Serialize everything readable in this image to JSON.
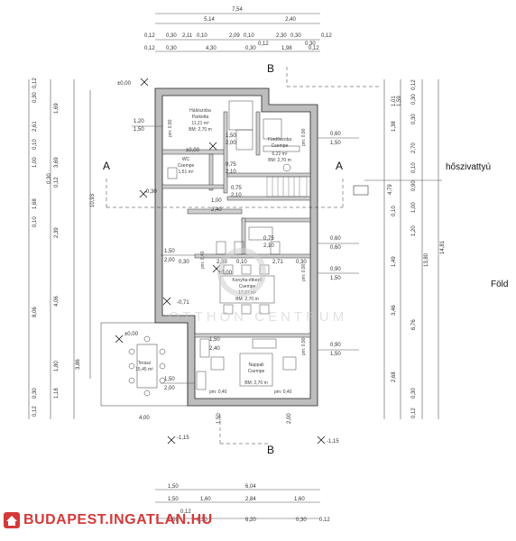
{
  "top_dims": {
    "row1": [
      "7,54"
    ],
    "row2": [
      "5,14",
      "2,40"
    ],
    "row3": [
      "0,12",
      "0,30",
      "2,11",
      "0,10",
      "2,09",
      "0,10",
      "2,30",
      "0,30",
      "0,12"
    ],
    "row3_extra": [
      "0,12",
      "0,30"
    ],
    "row4": [
      "0,12",
      "0,30",
      "4,30",
      "0,30",
      "1,98",
      "0,12"
    ]
  },
  "bottom_dims": {
    "row1": [
      "1,50",
      "6,04"
    ],
    "row2": [
      "1,50",
      "1,60",
      "2,84",
      "1,60"
    ],
    "row3": [
      "1,59",
      "0,30",
      "6,20",
      "0,30",
      "0,12"
    ],
    "row3_extra": [
      "0,12"
    ]
  },
  "left_dims": [
    "0,12",
    "0,30",
    "1,69",
    "2,61",
    "0,10",
    "1,00",
    "3,69",
    "0,12",
    "0,30",
    "1,68",
    "0,10",
    "2,39",
    "4,06",
    "8,06",
    "1,80",
    "1,18",
    "0,30",
    "0,12",
    "3,86",
    "10,93"
  ],
  "right_dims": [
    "0,12",
    "0,30",
    "1,01",
    "1,59",
    "1,38",
    "0,30",
    "2,70",
    "0,10",
    "0,90",
    "4,79",
    "0,10",
    "1,00",
    "1,20",
    "1,49",
    "13,80",
    "14,81",
    "3,46",
    "6,76",
    "2,68",
    "0,30",
    "0,12"
  ],
  "levels": {
    "top": "±0,00",
    "left": "-0,30",
    "mid": "-0,71",
    "terrace": "±0,00",
    "bottom_left": "-1,15",
    "bottom_right": "-1,15",
    "living": "±0,00",
    "wc": "±0,00"
  },
  "sections": {
    "A_left": "A",
    "A_right": "A",
    "B_top": "B",
    "B_bottom": "B"
  },
  "labels": {
    "pump": "hőszivattyú",
    "ground": "Föld"
  },
  "rooms": [
    {
      "name": "Hálószoba",
      "floor": "Parketta",
      "area": "11,21 m²",
      "height": "BM: 2,70 m"
    },
    {
      "name": "Fürdőszoba",
      "floor": "Csempe",
      "area": "6,22 m²",
      "height": "BM: 2,70 m"
    },
    {
      "name": "WC",
      "floor": "Csempe",
      "area": "1,51 m²",
      "height": ""
    },
    {
      "name": "Konyha-étkező",
      "floor": "Csempe",
      "area": "17,27 m²",
      "height": "BM: 2,70 m"
    },
    {
      "name": "Nappali",
      "floor": "Csempe",
      "area": "",
      "height": "BM: 2,70 m"
    },
    {
      "name": "Terasz",
      "floor": "",
      "area": "15,45 m²",
      "height": ""
    }
  ],
  "openings": [
    {
      "w": "1,20",
      "h": "1,50"
    },
    {
      "w": "0,60",
      "h": "1,50"
    },
    {
      "w": "0,60",
      "h": "0,60"
    },
    {
      "w": "1,50",
      "h": "2,00"
    },
    {
      "w": "0,90",
      "h": "1,50"
    },
    {
      "w": "1,50",
      "h": "2,40"
    },
    {
      "w": "0,90",
      "h": "1,50"
    },
    {
      "w": "1,50",
      "h": "2,00"
    },
    {
      "w": "0,75",
      "h": "2,10"
    },
    {
      "w": "0,75",
      "h": "2,10"
    },
    {
      "w": "0,75",
      "h": "2,10"
    },
    {
      "w": "1,00",
      "h": "2,40"
    },
    {
      "w": "1,50",
      "h": "2,00"
    }
  ],
  "interior_dims": [
    "2,39",
    "0,10",
    "2,71",
    "0,30",
    "0,30",
    "4,00",
    "1,50",
    "2,00"
  ],
  "sill_labels": [
    "pm: 0,90",
    "pm: 0,90",
    "pm: 0,40",
    "pm: 0,40",
    "pm: 0,40",
    "pm: 0,90",
    "pm: 0,90"
  ],
  "watermark": "OTTHON CENTRUM",
  "brand": "BUDAPEST.INGATLAN.HU"
}
